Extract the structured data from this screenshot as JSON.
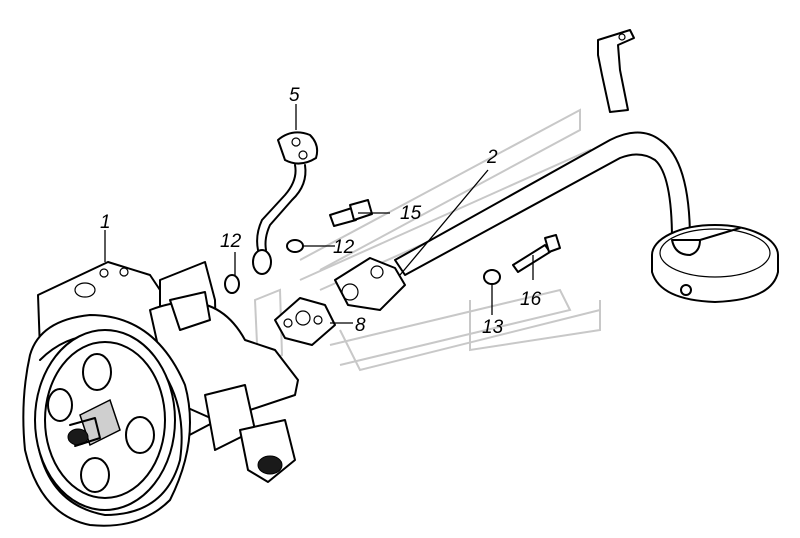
{
  "callouts": [
    {
      "id": "c1",
      "text": "1"
    },
    {
      "id": "c2",
      "text": "2"
    },
    {
      "id": "c5",
      "text": "5"
    },
    {
      "id": "c8",
      "text": "8"
    },
    {
      "id": "c12a",
      "text": "12"
    },
    {
      "id": "c12b",
      "text": "12"
    },
    {
      "id": "c13",
      "text": "13"
    },
    {
      "id": "c15",
      "text": "15"
    },
    {
      "id": "c16",
      "text": "16"
    }
  ]
}
